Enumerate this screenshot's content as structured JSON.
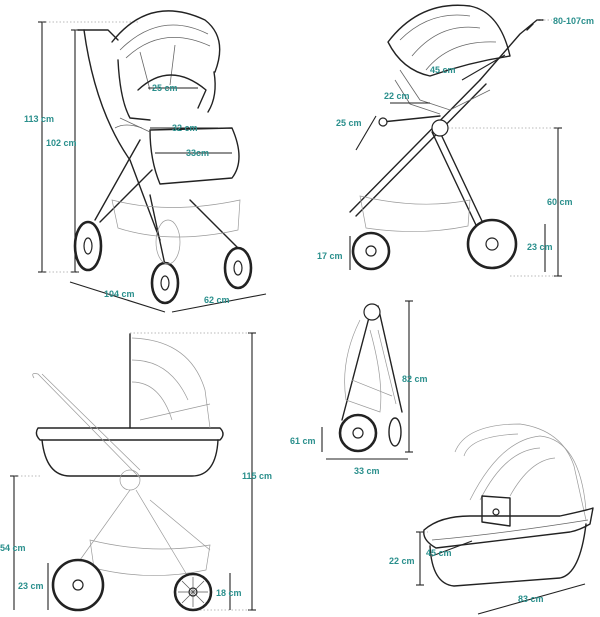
{
  "dimensions": {
    "stroller_front": {
      "height_total": "113 cm",
      "height_handle": "102 cm",
      "seat_back_width": "25 cm",
      "seat_depth": "32 cm",
      "seat_width": "33cm",
      "length": "104 cm",
      "width": "62 cm"
    },
    "stroller_side": {
      "handle_height": "80-107cm",
      "backrest": "45 cm",
      "seat_depth": "22 cm",
      "footrest": "25 cm",
      "seat_height": "60 cm",
      "front_wheel": "17 cm",
      "rear_wheel": "23 cm"
    },
    "carrycot_on_frame": {
      "total_height": "115 cm",
      "height_54": "54 cm",
      "rear_wheel": "23 cm",
      "front_wheel": "18 cm"
    },
    "folded": {
      "height": "82 cm",
      "depth": "61 cm",
      "width": "33 cm"
    },
    "carrycot": {
      "height": "22 cm",
      "width": "45 cm",
      "length": "83 cm"
    }
  }
}
